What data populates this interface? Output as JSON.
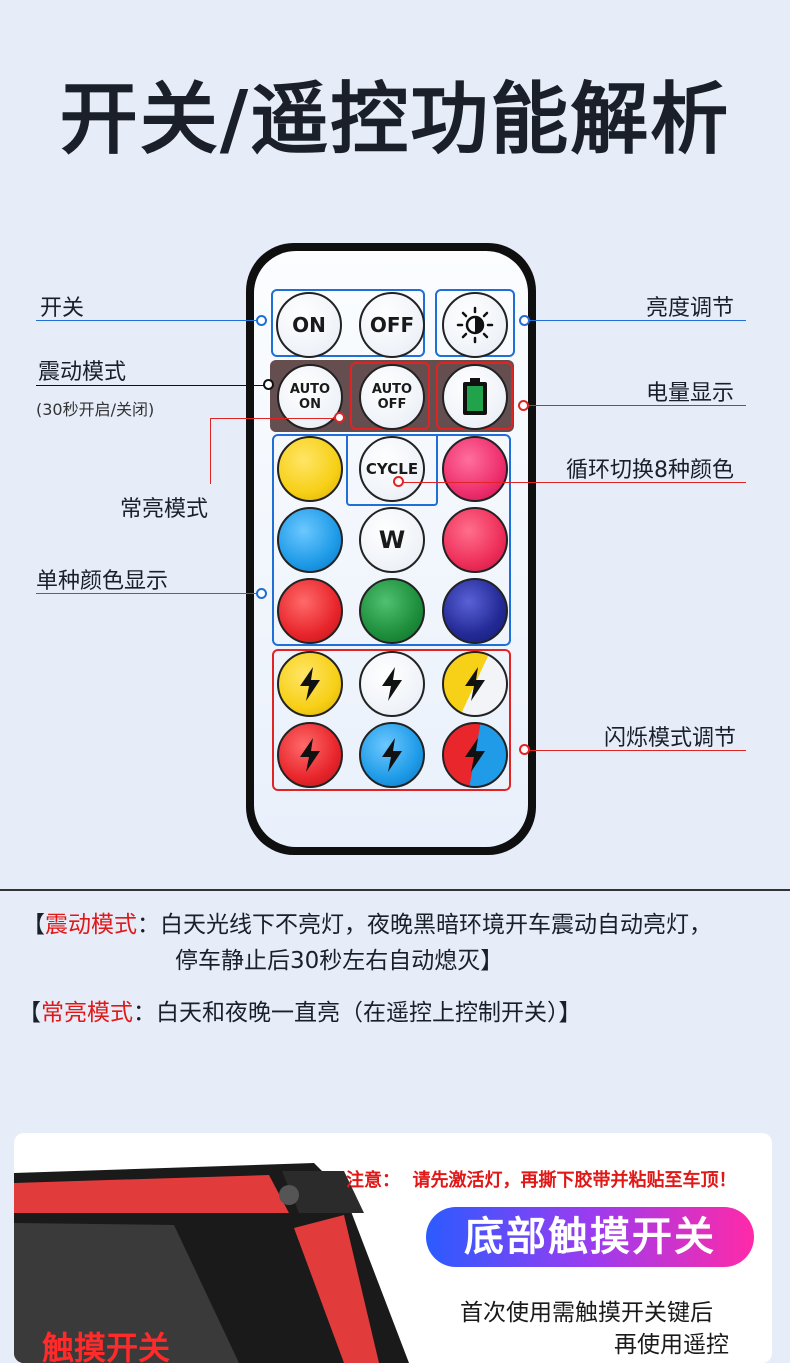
{
  "title": "开关/遥控功能解析",
  "remote": {
    "on": "ON",
    "off": "OFF",
    "auto_on": [
      "AUTO",
      "ON"
    ],
    "auto_off": [
      "AUTO",
      "OFF"
    ],
    "cycle": "CYCLE",
    "w": "W",
    "colors": {
      "yellow": "#f7d018",
      "pink": "#ee2f6e",
      "blue": "#1f9be8",
      "red_pink": "#ee2f5a",
      "red": "#e8262c",
      "green": "#1e8e3c",
      "navy": "#232a96",
      "white": "#f2f4f8"
    }
  },
  "callouts": {
    "switch": "开关",
    "brightness": "亮度调节",
    "vibration": "震动模式",
    "vibration_sub": "(30秒开启/关闭)",
    "battery": "电量显示",
    "always_on": "常亮模式",
    "cycle8": "循环切换8种颜色",
    "single_color": "单种颜色显示",
    "flash": "闪烁模式调节"
  },
  "desc": {
    "vib_open": "【",
    "vib_label": "震动模式",
    "vib_text1": "：白天光线下不亮灯，夜晚黑暗环境开车震动自动亮灯，",
    "vib_text2": "停车静止后30秒左右自动熄灭】",
    "on_open": "【",
    "on_label": "常亮模式",
    "on_text": "：白天和夜晚一直亮（在遥控上控制开关）】"
  },
  "bottom": {
    "notice_label": "注意：",
    "notice_text": "请先激活灯，再撕下胶带并粘贴至车顶！",
    "pill": "底部触摸开关",
    "line1": "首次使用需触摸开关键后",
    "line2": "再使用遥控",
    "touch_label": "触摸开关"
  }
}
